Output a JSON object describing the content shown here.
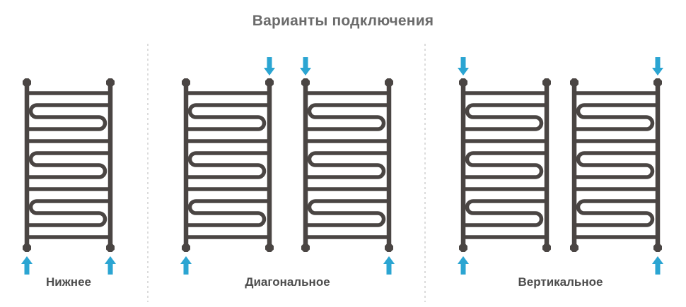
{
  "title": "Варианты подключения",
  "colors": {
    "pipe": "#4A4543",
    "arrow": "#2BA5D2",
    "title_text": "#6B6B6B",
    "label_text": "#4D4D4D",
    "separator": "#DCDCDC"
  },
  "groups": [
    {
      "label": "Нижнее",
      "radiators": [
        {
          "arrows_top": [],
          "arrows_bottom": [
            "left",
            "right"
          ]
        }
      ]
    },
    {
      "label": "Диагональное",
      "radiators": [
        {
          "arrows_top": [
            "right"
          ],
          "arrows_bottom": [
            "left"
          ]
        },
        {
          "arrows_top": [
            "left"
          ],
          "arrows_bottom": [
            "right"
          ]
        }
      ]
    },
    {
      "label": "Вертикальное",
      "radiators": [
        {
          "arrows_top": [
            "left"
          ],
          "arrows_bottom": [
            "left"
          ]
        },
        {
          "arrows_top": [
            "right"
          ],
          "arrows_bottom": [
            "right"
          ]
        }
      ]
    }
  ],
  "icons": {
    "flow_in": "arrow-down-icon",
    "flow_out": "arrow-up-icon"
  }
}
